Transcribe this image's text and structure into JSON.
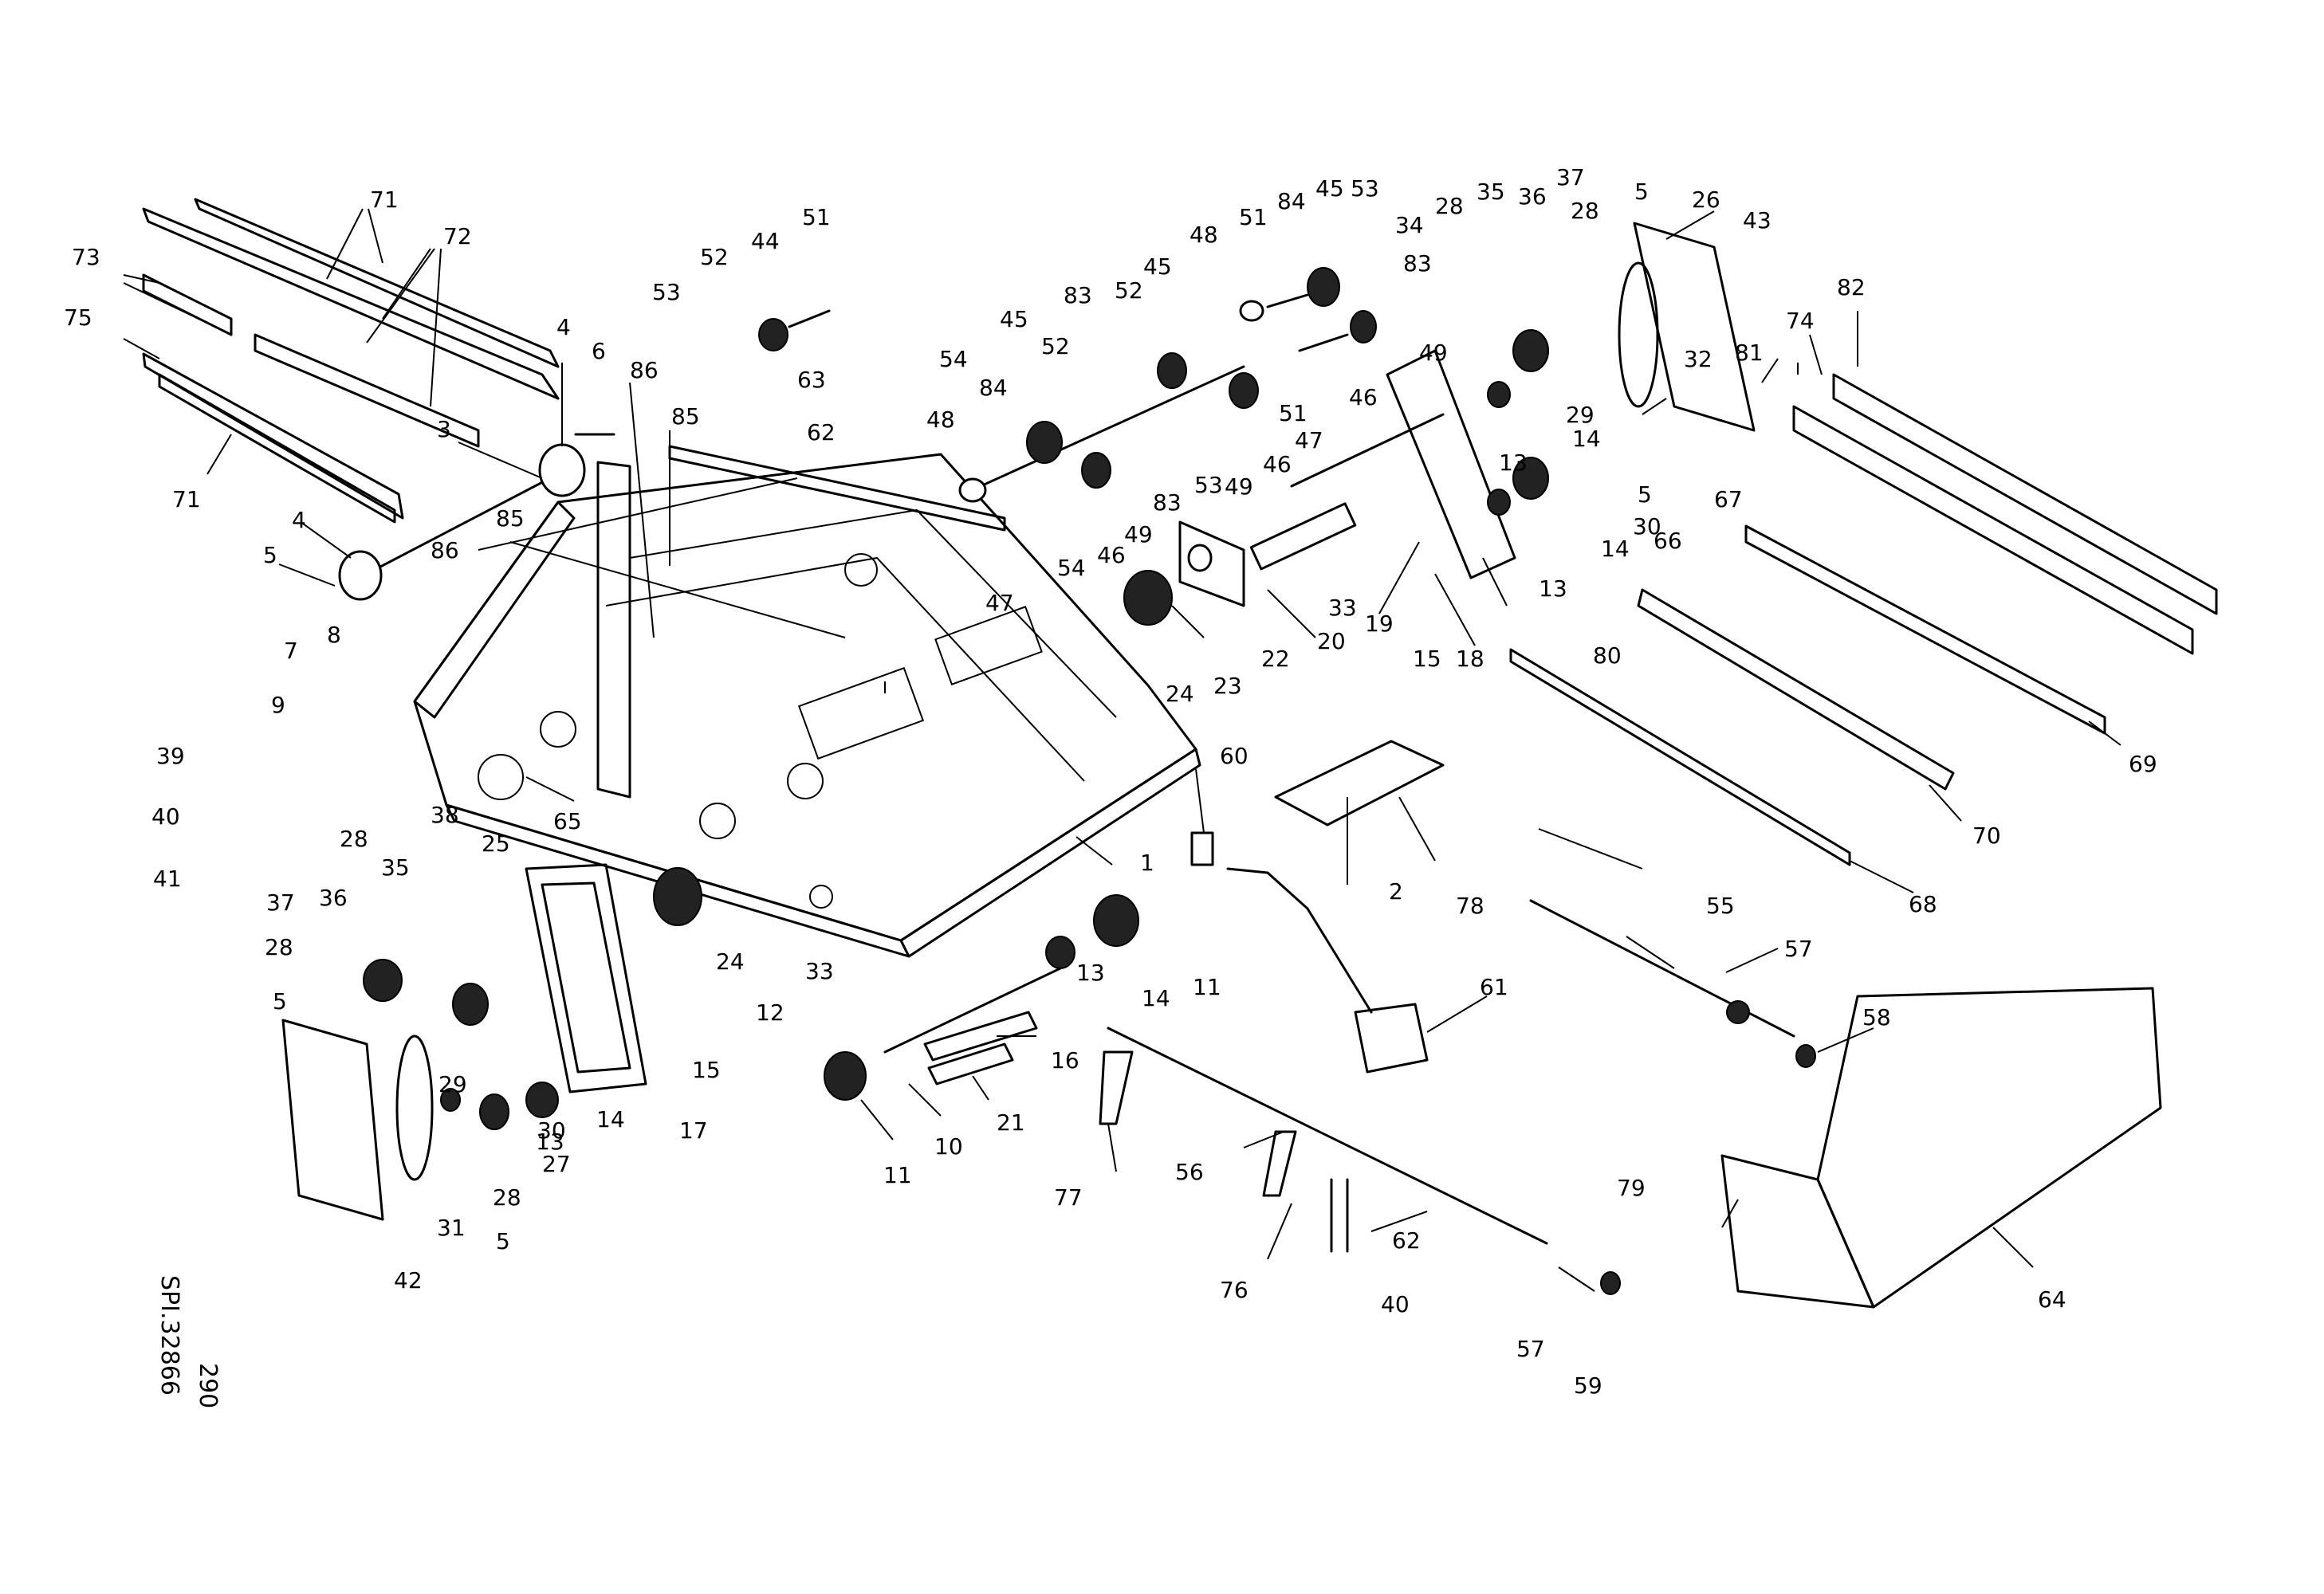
{
  "drawing": {
    "sheet_number": "290",
    "reference": "SPI.32866"
  },
  "callouts": [
    "1",
    "2",
    "3",
    "4",
    "5",
    "6",
    "7",
    "8",
    "9",
    "10",
    "11",
    "12",
    "13",
    "14",
    "15",
    "16",
    "17",
    "18",
    "19",
    "20",
    "21",
    "22",
    "23",
    "24",
    "25",
    "26",
    "27",
    "28",
    "29",
    "30",
    "31",
    "32",
    "33",
    "34",
    "35",
    "36",
    "37",
    "38",
    "39",
    "40",
    "41",
    "42",
    "43",
    "44",
    "45",
    "46",
    "47",
    "48",
    "49",
    "51",
    "52",
    "53",
    "54",
    "55",
    "56",
    "57",
    "58",
    "59",
    "60",
    "61",
    "62",
    "63",
    "64",
    "65",
    "66",
    "67",
    "68",
    "69",
    "70",
    "71",
    "72",
    "73",
    "74",
    "75",
    "76",
    "77",
    "78",
    "79",
    "80",
    "81",
    "82",
    "83",
    "84",
    "85",
    "86"
  ]
}
